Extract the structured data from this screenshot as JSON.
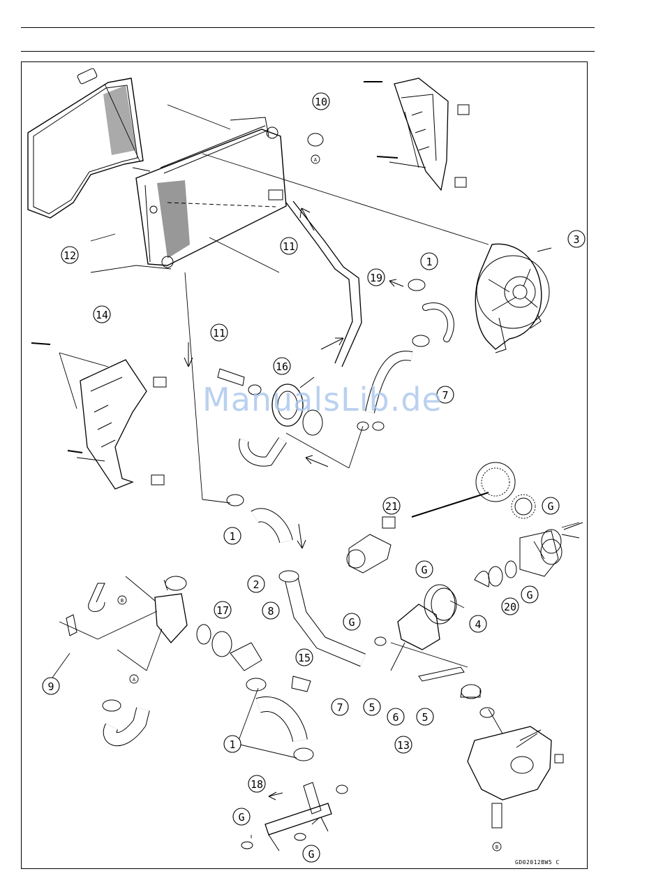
{
  "diagram": {
    "callouts": [
      {
        "id": "c-3",
        "text": "3"
      },
      {
        "id": "c-10",
        "text": "10"
      },
      {
        "id": "c-12",
        "text": "12"
      },
      {
        "id": "c-14",
        "text": "14"
      },
      {
        "id": "c-11a",
        "text": "11"
      },
      {
        "id": "c-11b",
        "text": "11"
      },
      {
        "id": "c-1a",
        "text": "1"
      },
      {
        "id": "c-19",
        "text": "19"
      },
      {
        "id": "c-16",
        "text": "16"
      },
      {
        "id": "c-7a",
        "text": "7"
      },
      {
        "id": "c-21",
        "text": "21"
      },
      {
        "id": "c-Ga",
        "text": "G"
      },
      {
        "id": "c-Gb",
        "text": "G"
      },
      {
        "id": "c-Gc",
        "text": "G"
      },
      {
        "id": "c-20",
        "text": "20"
      },
      {
        "id": "c-4",
        "text": "4"
      },
      {
        "id": "c-1b",
        "text": "1"
      },
      {
        "id": "c-2",
        "text": "2"
      },
      {
        "id": "c-17",
        "text": "17"
      },
      {
        "id": "c-8",
        "text": "8"
      },
      {
        "id": "c-15",
        "text": "15"
      },
      {
        "id": "c-Gd",
        "text": "G"
      },
      {
        "id": "c-9",
        "text": "9"
      },
      {
        "id": "c-7b",
        "text": "7"
      },
      {
        "id": "c-5a",
        "text": "5"
      },
      {
        "id": "c-6",
        "text": "6"
      },
      {
        "id": "c-5b",
        "text": "5"
      },
      {
        "id": "c-1c",
        "text": "1"
      },
      {
        "id": "c-13",
        "text": "13"
      },
      {
        "id": "c-18",
        "text": "18"
      },
      {
        "id": "c-Ge",
        "text": "G"
      },
      {
        "id": "c-Gf",
        "text": "G"
      }
    ],
    "refs": [
      {
        "id": "r-A1",
        "text": "A"
      },
      {
        "id": "r-B1",
        "text": "B"
      },
      {
        "id": "r-A2",
        "text": "A"
      },
      {
        "id": "r-B2",
        "text": "B"
      }
    ],
    "drawing_code": "GD02012BW5 C"
  },
  "watermark": "ManualsLib.de"
}
